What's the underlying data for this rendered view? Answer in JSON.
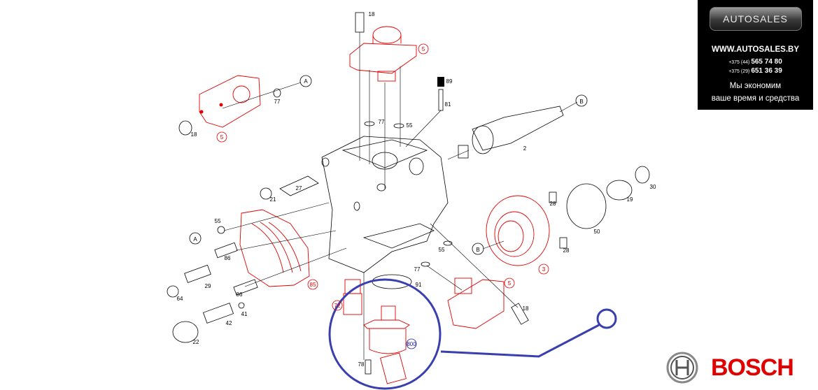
{
  "ad": {
    "logo_text": "AUTOSALES",
    "url": "WWW.AUTOSALES.BY",
    "phones": [
      {
        "prefix": "+375 (44)",
        "number": "565 74 80"
      },
      {
        "prefix": "+375 (29)",
        "number": "651 36 39"
      }
    ],
    "slogan_line1": "Мы экономим",
    "slogan_line2": "ваше время и средства"
  },
  "brand": {
    "name": "BOSCH",
    "color": "#e00000"
  },
  "colors": {
    "highlight_part": "#e00000",
    "callout": "#3a3fb0"
  },
  "labels": {
    "l18a": "18",
    "l5a": "5",
    "lAa": "A",
    "l77a": "77",
    "l18b": "18",
    "l5b": "5",
    "l89": "89",
    "l81": "81",
    "l77b": "77",
    "l55a": "55",
    "lBa": "B",
    "l2": "2",
    "l27": "27",
    "l21": "21",
    "l55b": "55",
    "lAb": "A",
    "l28a": "28",
    "l30": "30",
    "l19": "19",
    "l50": "50",
    "lBb": "B",
    "l28b": "28",
    "l3": "3",
    "l86a": "86",
    "l86b": "86",
    "l29": "29",
    "l85": "85",
    "l64": "64",
    "l41": "41",
    "l42": "42",
    "l22": "22",
    "l72": "72",
    "l91": "91",
    "l55c": "55",
    "l77c": "77",
    "l5c": "5",
    "l18c": "18",
    "l800": "800",
    "l78": "78"
  }
}
